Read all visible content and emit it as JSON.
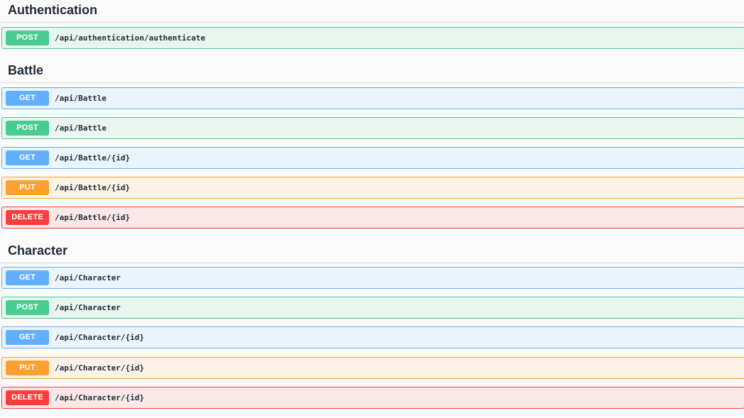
{
  "tags": [
    {
      "name": "Authentication",
      "operations": [
        {
          "method": "POST",
          "path": "/api/authentication/authenticate"
        }
      ]
    },
    {
      "name": "Battle",
      "operations": [
        {
          "method": "GET",
          "path": "/api/Battle"
        },
        {
          "method": "POST",
          "path": "/api/Battle"
        },
        {
          "method": "GET",
          "path": "/api/Battle/{id}"
        },
        {
          "method": "PUT",
          "path": "/api/Battle/{id}"
        },
        {
          "method": "DELETE",
          "path": "/api/Battle/{id}"
        }
      ]
    },
    {
      "name": "Character",
      "operations": [
        {
          "method": "GET",
          "path": "/api/Character"
        },
        {
          "method": "POST",
          "path": "/api/Character"
        },
        {
          "method": "GET",
          "path": "/api/Character/{id}"
        },
        {
          "method": "PUT",
          "path": "/api/Character/{id}"
        },
        {
          "method": "DELETE",
          "path": "/api/Character/{id}"
        }
      ]
    }
  ],
  "colors": {
    "post": "#49cc90",
    "get": "#61affe",
    "put": "#fca130",
    "delete": "#f93e3e"
  }
}
